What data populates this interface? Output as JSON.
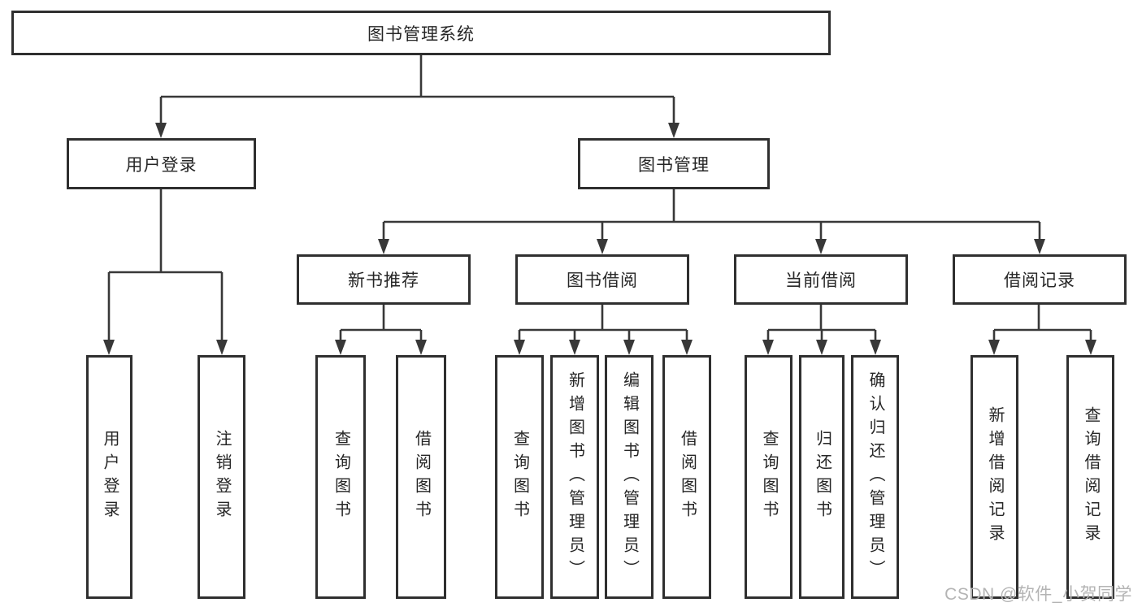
{
  "colors": {
    "line": "#383838",
    "box_border": "#2f2f2f",
    "box_background": "#ffffff",
    "text": "#262626",
    "watermark": "#b4b4b4",
    "page_background": "#ffffff"
  },
  "watermark": "CSDN @软件_小贺同学",
  "tree": {
    "root": "图书管理系统",
    "branches": [
      {
        "label": "用户登录",
        "leaves": [
          "用户登录",
          "注销登录"
        ]
      },
      {
        "label": "图书管理",
        "groups": [
          {
            "label": "新书推荐",
            "leaves": [
              "查询图书",
              "借阅图书"
            ]
          },
          {
            "label": "图书借阅",
            "leaves": [
              "查询图书",
              "新增图书（管理员）",
              "编辑图书（管理员）",
              "借阅图书"
            ]
          },
          {
            "label": "当前借阅",
            "leaves": [
              "查询图书",
              "归还图书",
              "确认归还（管理员）"
            ]
          },
          {
            "label": "借阅记录",
            "leaves": [
              "新增借阅记录",
              "查询借阅记录"
            ]
          }
        ]
      }
    ]
  }
}
